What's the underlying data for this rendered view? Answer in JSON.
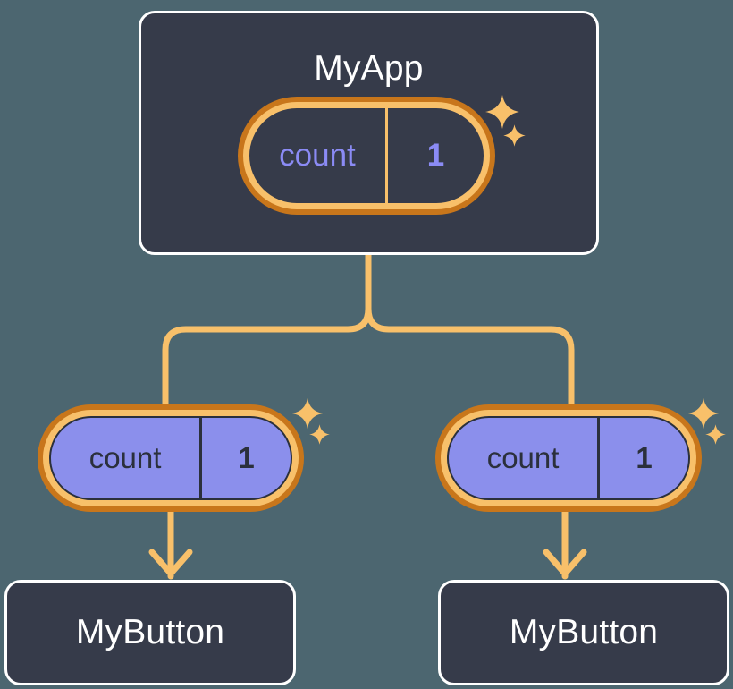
{
  "diagram": {
    "title_text": "MyApp",
    "colors": {
      "background": "#4C6670",
      "card_fill": "#363B4A",
      "card_border": "#FFFFFF",
      "ring_outer": "#C8761B",
      "ring_inner": "#F8C06A",
      "pill_fill": "#8B8FEC",
      "accent_purple": "#8B8BF5",
      "connector": "#F8C06A",
      "dark_text": "#2B303C"
    }
  },
  "root": {
    "label": "MyApp",
    "state": {
      "key": "count",
      "value": "1",
      "sparkle_large": "sparkle-icon",
      "sparkle_small": "sparkle-icon"
    }
  },
  "children": [
    {
      "state": {
        "key": "count",
        "value": "1"
      },
      "button": {
        "label": "MyButton"
      }
    },
    {
      "state": {
        "key": "count",
        "value": "1"
      },
      "button": {
        "label": "MyButton"
      }
    }
  ]
}
